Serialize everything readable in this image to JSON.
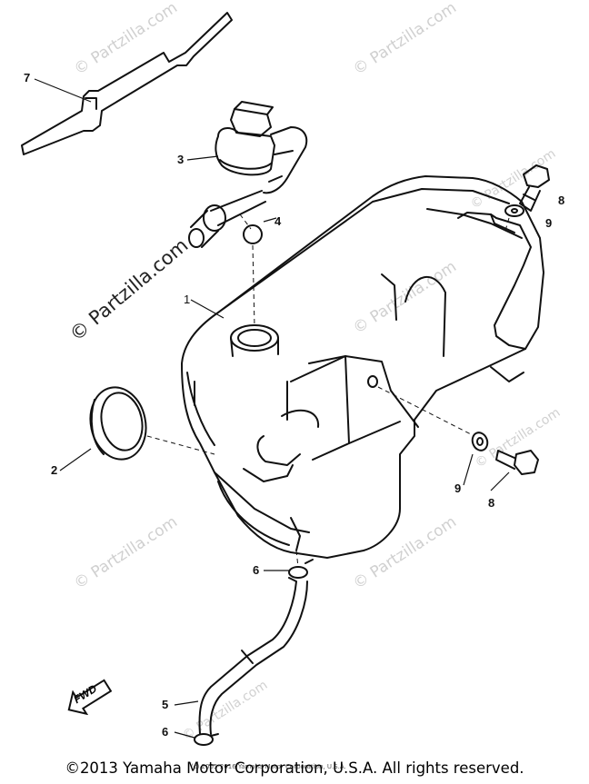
{
  "watermarks": [
    "© Partzilla.com",
    "© Partzilla.com",
    "© Partzilla.com",
    "© Partzilla.com",
    "© Partzilla.com",
    "© Partzilla.com",
    "© Partzilla.com",
    "© Partzilla.com",
    "© Partzilla.com"
  ],
  "callouts": {
    "c1": "1",
    "c2": "2",
    "c3": "3",
    "c4": "4",
    "c5": "5",
    "c6a": "6",
    "c6b": "6",
    "c7": "7",
    "c8a": "8",
    "c8b": "8",
    "c9a": "9",
    "c9b": "9"
  },
  "fwd_label": "FWD",
  "sub_copyright": "(c) 2005-2016 Yamaha Motor Corporation, U.S.A.",
  "copyright": "©2013 Yamaha Motor Corporation, U.S.A. All rights reserved."
}
